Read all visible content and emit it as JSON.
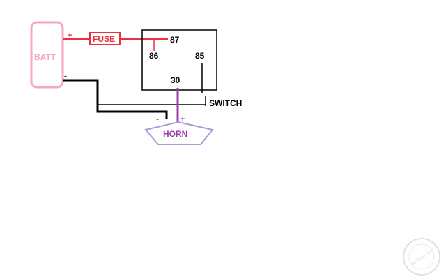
{
  "battery": {
    "label": "BATT",
    "positive_sign": "+",
    "negative_sign": "-"
  },
  "fuse": {
    "label": "FUSE"
  },
  "relay": {
    "pins": {
      "p87": "87",
      "p86": "86",
      "p85": "85",
      "p30": "30"
    }
  },
  "switch": {
    "label": "SWITCH"
  },
  "horn": {
    "label": "HORN",
    "positive_sign": "+",
    "negative_sign": "-"
  },
  "watermark": {
    "text": "the12volt.com",
    "description": "circular 12volt logo watermark"
  },
  "colors": {
    "battery": "#f4a6c8",
    "battery_text": "#f4a6c8",
    "power_wire": "#e8323c",
    "fuse": "#e8323c",
    "ground_wire": "#000000",
    "relay_box": "#000000",
    "horn_wire": "#9b3fa8",
    "horn_outline": "#a89bdc",
    "horn_text": "#9b3fa8",
    "text": "#000000"
  }
}
